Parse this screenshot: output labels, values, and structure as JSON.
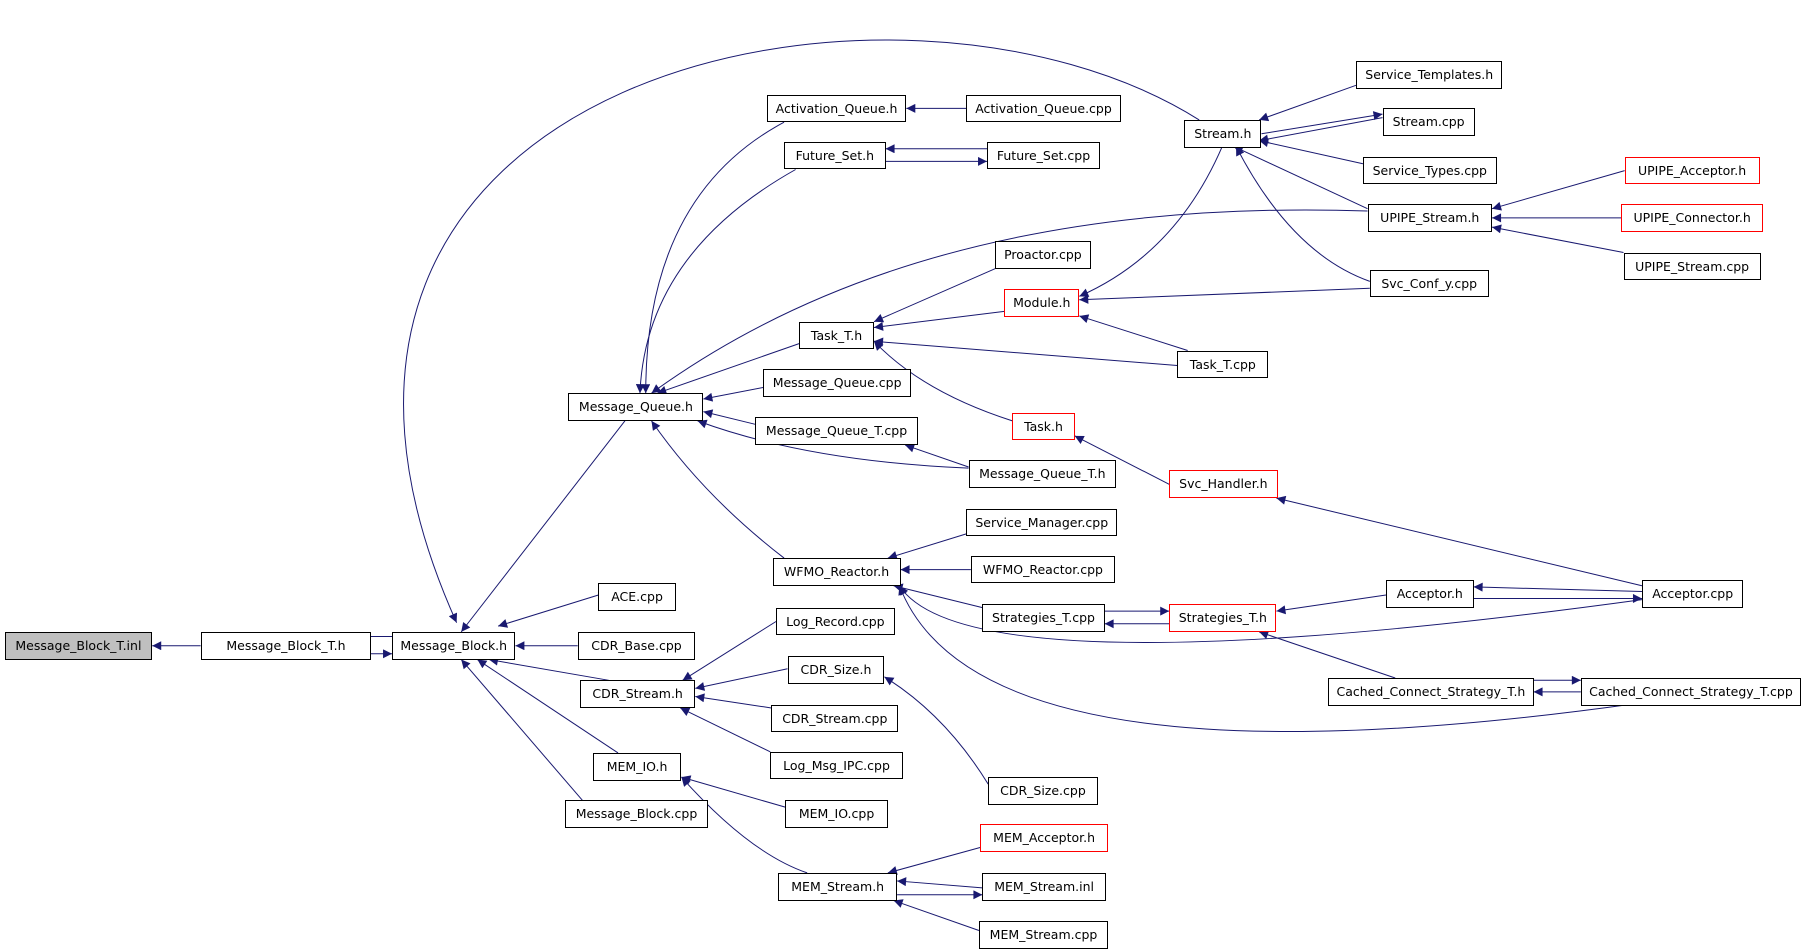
{
  "colors": {
    "edge": "#191970",
    "node_border": "#000000",
    "truncated_border": "#ff0000",
    "root_fill": "#bfbfbf"
  },
  "nodes": {
    "message_block_t_inl": {
      "label": "Message_Block_T.inl",
      "style": "root"
    },
    "message_block_t_h": {
      "label": "Message_Block_T.h",
      "style": "normal"
    },
    "message_block_h": {
      "label": "Message_Block.h",
      "style": "normal"
    },
    "ace_cpp": {
      "label": "ACE.cpp",
      "style": "normal"
    },
    "cdr_base_cpp": {
      "label": "CDR_Base.cpp",
      "style": "normal"
    },
    "cdr_stream_h": {
      "label": "CDR_Stream.h",
      "style": "normal"
    },
    "mem_io_h": {
      "label": "MEM_IO.h",
      "style": "normal"
    },
    "message_block_cpp": {
      "label": "Message_Block.cpp",
      "style": "normal"
    },
    "message_queue_h": {
      "label": "Message_Queue.h",
      "style": "normal"
    },
    "activation_queue_h": {
      "label": "Activation_Queue.h",
      "style": "normal"
    },
    "activation_queue_cpp": {
      "label": "Activation_Queue.cpp",
      "style": "normal"
    },
    "future_set_h": {
      "label": "Future_Set.h",
      "style": "normal"
    },
    "future_set_cpp": {
      "label": "Future_Set.cpp",
      "style": "normal"
    },
    "task_t_h": {
      "label": "Task_T.h",
      "style": "normal"
    },
    "proactor_cpp": {
      "label": "Proactor.cpp",
      "style": "normal"
    },
    "module_h": {
      "label": "Module.h",
      "style": "truncated"
    },
    "task_t_cpp": {
      "label": "Task_T.cpp",
      "style": "normal"
    },
    "task_h": {
      "label": "Task.h",
      "style": "truncated"
    },
    "svc_handler_h": {
      "label": "Svc_Handler.h",
      "style": "truncated"
    },
    "message_queue_cpp": {
      "label": "Message_Queue.cpp",
      "style": "normal"
    },
    "message_queue_t_cpp": {
      "label": "Message_Queue_T.cpp",
      "style": "normal"
    },
    "message_queue_t_h": {
      "label": "Message_Queue_T.h",
      "style": "normal"
    },
    "wfmo_reactor_h": {
      "label": "WFMO_Reactor.h",
      "style": "normal"
    },
    "service_manager_cpp": {
      "label": "Service_Manager.cpp",
      "style": "normal"
    },
    "wfmo_reactor_cpp": {
      "label": "WFMO_Reactor.cpp",
      "style": "normal"
    },
    "strategies_t_cpp": {
      "label": "Strategies_T.cpp",
      "style": "normal"
    },
    "strategies_t_h": {
      "label": "Strategies_T.h",
      "style": "truncated"
    },
    "acceptor_h": {
      "label": "Acceptor.h",
      "style": "normal"
    },
    "acceptor_cpp": {
      "label": "Acceptor.cpp",
      "style": "normal"
    },
    "cached_connect_strategy_t_h": {
      "label": "Cached_Connect_Strategy_T.h",
      "style": "normal"
    },
    "cached_connect_strategy_t_cpp": {
      "label": "Cached_Connect_Strategy_T.cpp",
      "style": "normal"
    },
    "stream_h": {
      "label": "Stream.h",
      "style": "normal"
    },
    "service_templates_h": {
      "label": "Service_Templates.h",
      "style": "normal"
    },
    "stream_cpp": {
      "label": "Stream.cpp",
      "style": "normal"
    },
    "service_types_cpp": {
      "label": "Service_Types.cpp",
      "style": "normal"
    },
    "upipe_stream_h": {
      "label": "UPIPE_Stream.h",
      "style": "normal"
    },
    "upipe_acceptor_h": {
      "label": "UPIPE_Acceptor.h",
      "style": "truncated"
    },
    "upipe_connector_h": {
      "label": "UPIPE_Connector.h",
      "style": "truncated"
    },
    "upipe_stream_cpp": {
      "label": "UPIPE_Stream.cpp",
      "style": "normal"
    },
    "svc_conf_y_cpp": {
      "label": "Svc_Conf_y.cpp",
      "style": "normal"
    },
    "log_record_cpp": {
      "label": "Log_Record.cpp",
      "style": "normal"
    },
    "cdr_size_h": {
      "label": "CDR_Size.h",
      "style": "normal"
    },
    "cdr_stream_cpp": {
      "label": "CDR_Stream.cpp",
      "style": "normal"
    },
    "log_msg_ipc_cpp": {
      "label": "Log_Msg_IPC.cpp",
      "style": "normal"
    },
    "cdr_size_cpp": {
      "label": "CDR_Size.cpp",
      "style": "normal"
    },
    "mem_io_cpp": {
      "label": "MEM_IO.cpp",
      "style": "normal"
    },
    "mem_stream_h": {
      "label": "MEM_Stream.h",
      "style": "normal"
    },
    "mem_acceptor_h": {
      "label": "MEM_Acceptor.h",
      "style": "truncated"
    },
    "mem_stream_inl": {
      "label": "MEM_Stream.inl",
      "style": "normal"
    },
    "mem_stream_cpp": {
      "label": "MEM_Stream.cpp",
      "style": "normal"
    }
  },
  "edges": [
    [
      "message_block_t_h",
      "message_block_t_inl"
    ],
    [
      "message_block_h",
      "message_block_t_h"
    ],
    [
      "message_block_t_h",
      "message_block_h"
    ],
    [
      "ace_cpp",
      "message_block_h"
    ],
    [
      "cdr_base_cpp",
      "message_block_h"
    ],
    [
      "cdr_stream_h",
      "message_block_h"
    ],
    [
      "mem_io_h",
      "message_block_h"
    ],
    [
      "message_block_cpp",
      "message_block_h"
    ],
    [
      "message_queue_h",
      "message_block_h"
    ],
    [
      "stream_h",
      "message_block_h"
    ],
    [
      "activation_queue_h",
      "message_queue_h"
    ],
    [
      "future_set_h",
      "message_queue_h"
    ],
    [
      "task_t_h",
      "message_queue_h"
    ],
    [
      "upipe_stream_h",
      "message_queue_h"
    ],
    [
      "message_queue_cpp",
      "message_queue_h"
    ],
    [
      "message_queue_t_cpp",
      "message_queue_h"
    ],
    [
      "message_queue_t_h",
      "message_queue_h"
    ],
    [
      "wfmo_reactor_h",
      "message_queue_h"
    ],
    [
      "activation_queue_cpp",
      "activation_queue_h"
    ],
    [
      "future_set_cpp",
      "future_set_h"
    ],
    [
      "future_set_h",
      "future_set_cpp"
    ],
    [
      "proactor_cpp",
      "task_t_h"
    ],
    [
      "module_h",
      "task_t_h"
    ],
    [
      "task_t_cpp",
      "task_t_h"
    ],
    [
      "task_h",
      "task_t_h"
    ],
    [
      "message_queue_t_h",
      "message_queue_t_cpp"
    ],
    [
      "service_manager_cpp",
      "wfmo_reactor_h"
    ],
    [
      "wfmo_reactor_cpp",
      "wfmo_reactor_h"
    ],
    [
      "strategies_t_cpp",
      "wfmo_reactor_h"
    ],
    [
      "acceptor_cpp",
      "wfmo_reactor_h"
    ],
    [
      "cached_connect_strategy_t_cpp",
      "wfmo_reactor_h"
    ],
    [
      "strategies_t_cpp",
      "strategies_t_h"
    ],
    [
      "strategies_t_h",
      "strategies_t_cpp"
    ],
    [
      "acceptor_h",
      "strategies_t_h"
    ],
    [
      "cached_connect_strategy_t_h",
      "strategies_t_h"
    ],
    [
      "acceptor_cpp",
      "acceptor_h"
    ],
    [
      "acceptor_h",
      "acceptor_cpp"
    ],
    [
      "cached_connect_strategy_t_cpp",
      "cached_connect_strategy_t_h"
    ],
    [
      "cached_connect_strategy_t_h",
      "cached_connect_strategy_t_cpp"
    ],
    [
      "service_templates_h",
      "stream_h"
    ],
    [
      "stream_cpp",
      "stream_h"
    ],
    [
      "stream_h",
      "stream_cpp"
    ],
    [
      "service_types_cpp",
      "stream_h"
    ],
    [
      "upipe_stream_h",
      "stream_h"
    ],
    [
      "svc_conf_y_cpp",
      "stream_h"
    ],
    [
      "upipe_acceptor_h",
      "upipe_stream_h"
    ],
    [
      "upipe_connector_h",
      "upipe_stream_h"
    ],
    [
      "upipe_stream_cpp",
      "upipe_stream_h"
    ],
    [
      "stream_h",
      "module_h"
    ],
    [
      "svc_conf_y_cpp",
      "module_h"
    ],
    [
      "task_t_cpp",
      "module_h"
    ],
    [
      "svc_handler_h",
      "task_h"
    ],
    [
      "acceptor_cpp",
      "svc_handler_h"
    ],
    [
      "log_record_cpp",
      "cdr_stream_h"
    ],
    [
      "cdr_size_h",
      "cdr_stream_h"
    ],
    [
      "cdr_stream_cpp",
      "cdr_stream_h"
    ],
    [
      "log_msg_ipc_cpp",
      "cdr_stream_h"
    ],
    [
      "cdr_size_cpp",
      "cdr_size_h"
    ],
    [
      "mem_io_cpp",
      "mem_io_h"
    ],
    [
      "mem_stream_h",
      "mem_io_h"
    ],
    [
      "mem_acceptor_h",
      "mem_stream_h"
    ],
    [
      "mem_stream_inl",
      "mem_stream_h"
    ],
    [
      "mem_stream_h",
      "mem_stream_inl"
    ],
    [
      "mem_stream_cpp",
      "mem_stream_h"
    ]
  ]
}
